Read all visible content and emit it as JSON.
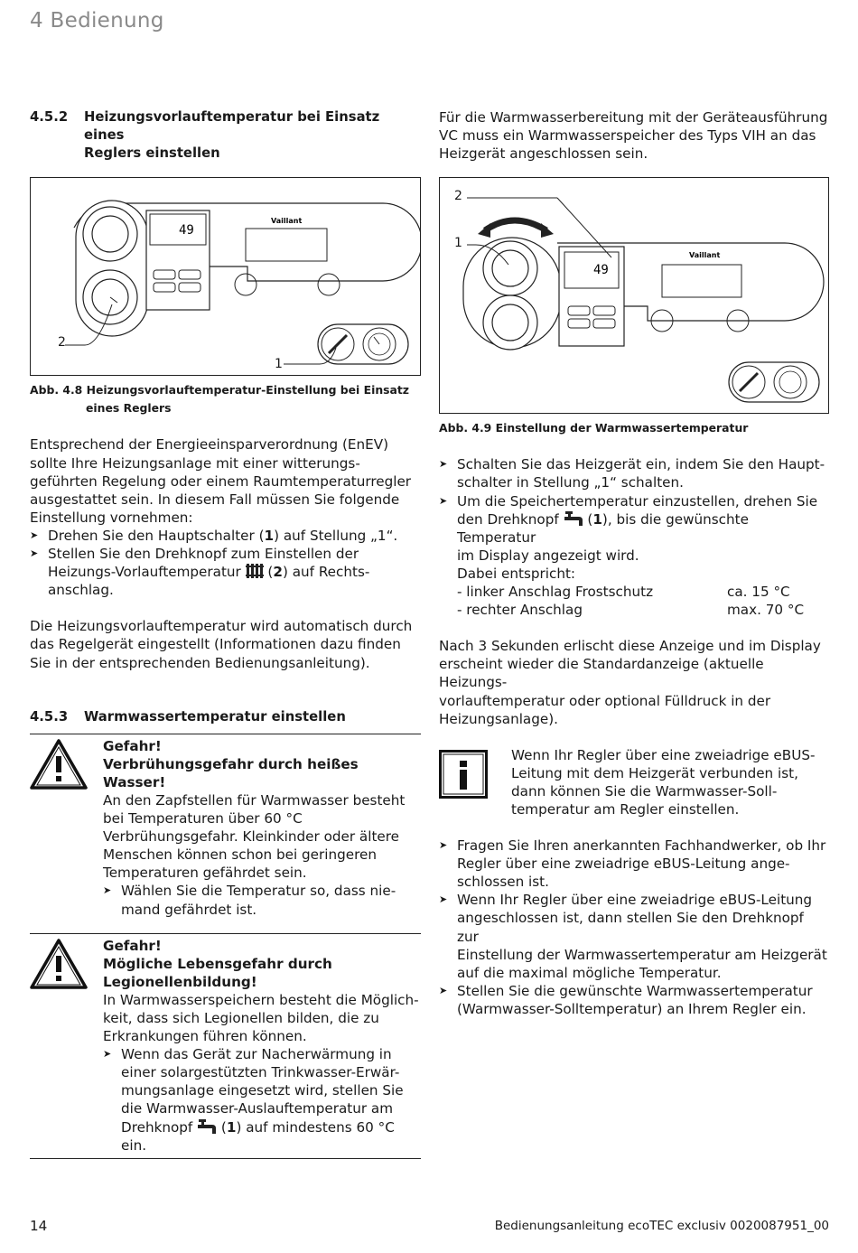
{
  "chapter": "4 Bedienung",
  "section_452": {
    "number": "4.5.2",
    "title_line1": "Heizungsvorlauftemperatur bei Einsatz eines",
    "title_line2": "Reglers einstellen"
  },
  "fig48": {
    "label1": "1",
    "label2": "2",
    "caption_line1": "Abb. 4.8 Heizungsvorlauftemperatur-Einstellung bei Einsatz",
    "caption_line2": "eines Reglers",
    "display_value": "49",
    "brand": "Vaillant"
  },
  "left_para1": [
    "Entsprechend der Energieeinsparverordnung (EnEV)",
    "sollte Ihre Heizungsanlage mit einer witterungs-",
    "geführten Regelung oder einem Raumtemperaturregler",
    "ausgestattet sein. In diesem Fall müssen Sie folgende",
    "Einstellung vornehmen:"
  ],
  "left_steps": {
    "s1_before": "Drehen Sie den Hauptschalter (",
    "s1_bold": "1",
    "s1_after": ") auf Stellung „1“.",
    "s2_line1": "Stellen Sie den Drehknopf zum Einstellen der",
    "s2_line2_before": "Heizungs-Vorlauftemperatur ",
    "s2_line2_open": " (",
    "s2_bold": "2",
    "s2_line2_after": ") auf Rechts-",
    "s2_line3": "anschlag."
  },
  "left_para2": [
    "Die Heizungsvorlauftemperatur wird automatisch durch",
    "das Regelgerät eingestellt (Informationen dazu finden",
    "Sie in der entsprechenden Bedienungsanleitung)."
  ],
  "section_453": {
    "number": "4.5.3",
    "title": "Warmwassertemperatur einstellen"
  },
  "warning1": {
    "head": "Gefahr!",
    "subhead": "Verbrühungsgefahr durch heißes Wasser!",
    "lines": [
      "An den Zapfstellen für Warmwasser besteht",
      "bei Temperaturen über 60 °C",
      "Verbrühungsgefahr. Kleinkinder oder ältere",
      "Menschen können schon bei geringeren",
      "Temperaturen gefährdet sein."
    ],
    "step_line1": "Wählen Sie die Temperatur so, dass nie-",
    "step_line2": "mand gefährdet ist."
  },
  "warning2": {
    "head": "Gefahr!",
    "subhead_line1": "Mögliche Lebensgefahr durch",
    "subhead_line2": "Legionellenbildung!",
    "lines": [
      "In Warmwasserspeichern besteht die Möglich-",
      "keit, dass sich Legionellen bilden, die zu",
      "Erkrankungen führen können."
    ],
    "step_lines": [
      "Wenn das Gerät zur Nacherwärmung in",
      "einer solargestützten Trinkwasser-Erwär-",
      "mungsanlage eingesetzt wird, stellen Sie",
      "die Warmwasser-Auslauftemperatur am"
    ],
    "step_last_before": "Drehknopf ",
    "step_last_open": " (",
    "step_last_bold": "1",
    "step_last_after": ") auf mindestens 60 °C ein."
  },
  "right_intro": [
    "Für die Warmwasserbereitung mit der Geräteausführung",
    "VC muss ein Warmwasserspeicher des Typs VIH an das",
    "Heizgerät angeschlossen sein."
  ],
  "fig49": {
    "label1": "1",
    "label2": "2",
    "caption": "Abb. 4.9 Einstellung der Warmwassertemperatur",
    "display_value": "49",
    "brand": "Vaillant"
  },
  "right_steps": {
    "s1_line1": "Schalten Sie das Heizgerät ein, indem Sie den Haupt-",
    "s1_line2": "schalter in Stellung „1“ schalten.",
    "s2_line1": "Um die Speichertemperatur einzustellen, drehen Sie",
    "s2_line2_before": "den Drehknopf ",
    "s2_line2_open": " (",
    "s2_bold": "1",
    "s2_line2_after": "), bis die gewünschte Temperatur",
    "s2_line3": "im Display angezeigt wird.",
    "s2_line4": "Dabei entspricht:",
    "rows": [
      {
        "left": "- linker Anschlag Frostschutz",
        "right": "ca. 15 °C"
      },
      {
        "left": "- rechter Anschlag",
        "right": "max. 70 °C"
      }
    ]
  },
  "right_para2": [
    "Nach 3 Sekunden erlischt diese Anzeige und im Display",
    "erscheint wieder die Standardanzeige (aktuelle Heizungs-",
    "vorlauftemperatur oder optional Fülldruck in der",
    "Heizungsanlage)."
  ],
  "info_box": {
    "lines": [
      "Wenn Ihr Regler über eine zweiadrige eBUS-",
      "Leitung mit dem Heizgerät verbunden ist,",
      "dann können Sie die Warmwasser-Soll-",
      "temperatur am Regler einstellen."
    ]
  },
  "right_steps2": {
    "a": [
      "Fragen Sie Ihren anerkannten Fachhandwerker, ob Ihr",
      "Regler über eine zweiadrige eBUS-Leitung ange-",
      "schlossen ist."
    ],
    "b": [
      "Wenn Ihr Regler über eine zweiadrige eBUS-Leitung",
      "angeschlossen ist, dann stellen Sie den Drehknopf zur",
      "Einstellung der Warmwassertemperatur am Heizgerät",
      "auf die maximal mögliche Temperatur."
    ],
    "c": [
      "Stellen Sie die gewünschte Warmwassertemperatur",
      "(Warmwasser-Solltemperatur) an Ihrem Regler ein."
    ]
  },
  "footer": {
    "page": "14",
    "doc": "Bedienungsanleitung ecoTEC exclusiv 0020087951_00"
  }
}
